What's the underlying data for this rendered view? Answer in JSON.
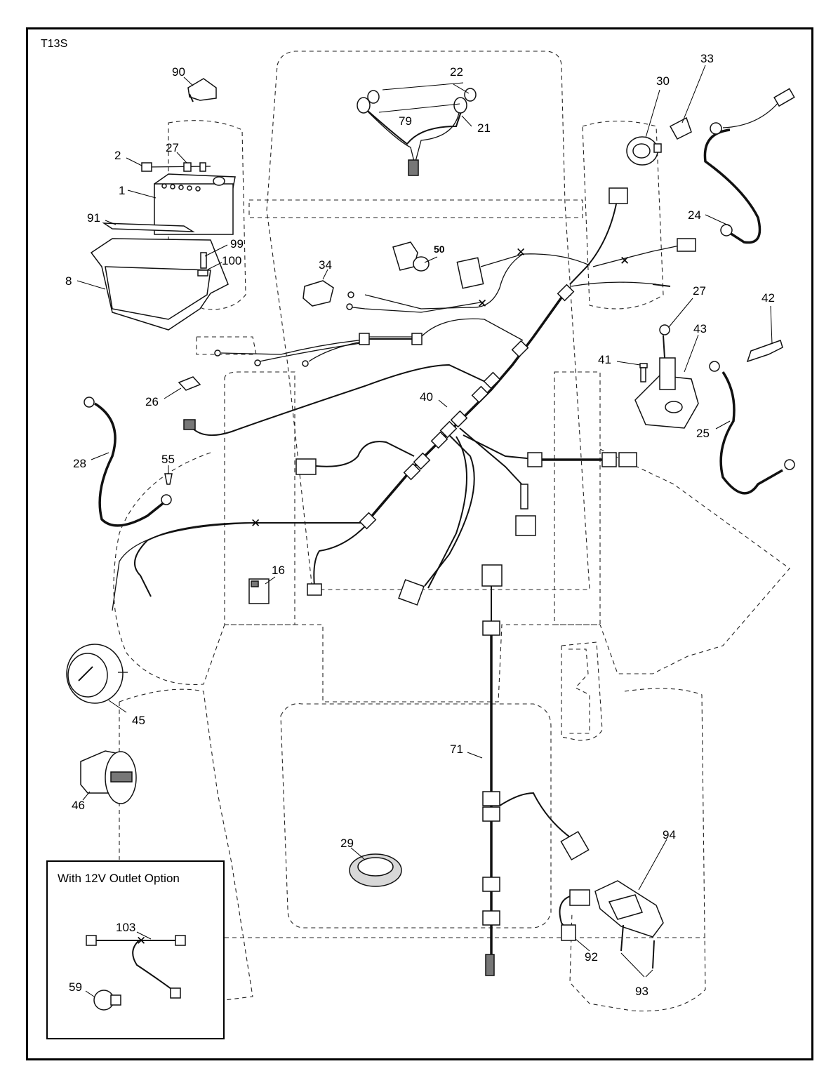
{
  "diagram_code": "T13S",
  "inset": {
    "title": "With 12V Outlet Option"
  },
  "callouts": {
    "c1": "1",
    "c2": "2",
    "c8": "8",
    "c16": "16",
    "c21": "21",
    "c22": "22",
    "c24": "24",
    "c25": "25",
    "c26": "26",
    "c27a": "27",
    "c27b": "27",
    "c28": "28",
    "c29": "29",
    "c30": "30",
    "c33": "33",
    "c34": "34",
    "c40": "40",
    "c41": "41",
    "c42": "42",
    "c43": "43",
    "c45": "45",
    "c46": "46",
    "c50": "50",
    "c55": "55",
    "c59": "59",
    "c71": "71",
    "c79": "79",
    "c90": "90",
    "c91": "91",
    "c92": "92",
    "c93": "93",
    "c94": "94",
    "c99": "99",
    "c100": "100",
    "c103": "103"
  }
}
